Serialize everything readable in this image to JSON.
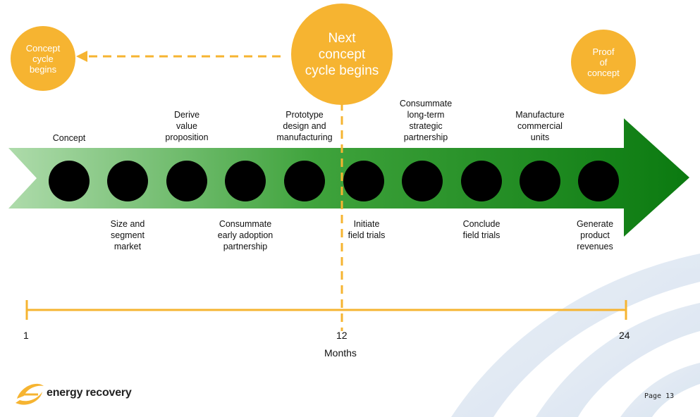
{
  "circles": {
    "left": "Concept\ncycle\nbegins",
    "center": "Next\nconcept\ncycle begins",
    "right": "Proof\nof\nconcept"
  },
  "milestones_top": [
    "Concept",
    "Derive\nvalue\nproposition",
    "Prototype\ndesign and\nmanufacturing",
    "Consummate\nlong-term\nstrategic\npartnership",
    "Manufacture\ncommercial\nunits"
  ],
  "milestones_bottom": [
    "Size and\nsegment\nmarket",
    "Consummate\nearly adoption\npartnership",
    "Initiate\nfield trials",
    "Conclude\nfield trials",
    "Generate\nproduct\nrevenues"
  ],
  "timeline": {
    "ticks": [
      "1",
      "12",
      "24"
    ],
    "unit": "Months"
  },
  "footer": {
    "brand": "energy recovery",
    "page": "Page 13"
  },
  "colors": {
    "accent": "#f6b431",
    "arrow_dark": "#0e7a0e",
    "arrow_light": "#a9d9a0"
  }
}
